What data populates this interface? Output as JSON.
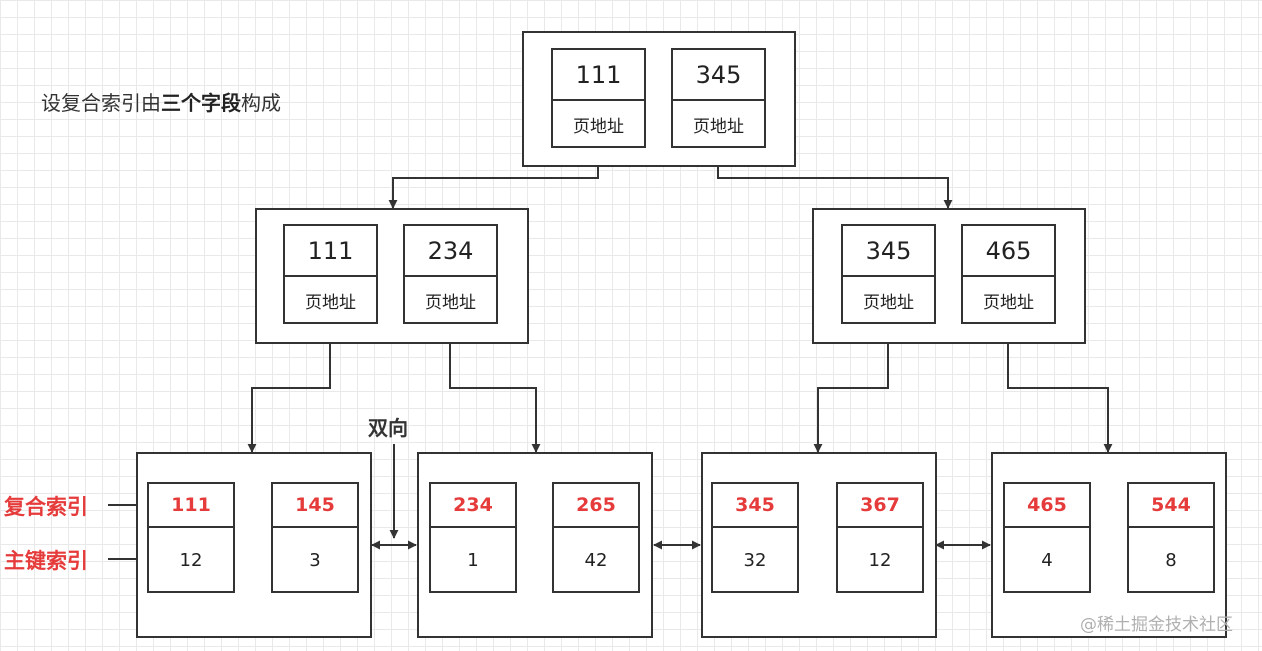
{
  "title": {
    "prefix": "设复合索引由",
    "bold": "三个字段",
    "suffix": "构成"
  },
  "root": {
    "keys": [
      "111",
      "345"
    ],
    "addr": "页地址"
  },
  "internal": [
    {
      "keys": [
        "111",
        "234"
      ],
      "addr": "页地址"
    },
    {
      "keys": [
        "345",
        "465"
      ],
      "addr": "页地址"
    }
  ],
  "leaves": [
    {
      "entries": [
        {
          "key": "111",
          "pk": "12"
        },
        {
          "key": "145",
          "pk": "3"
        }
      ]
    },
    {
      "entries": [
        {
          "key": "234",
          "pk": "1"
        },
        {
          "key": "265",
          "pk": "42"
        }
      ]
    },
    {
      "entries": [
        {
          "key": "345",
          "pk": "32"
        },
        {
          "key": "367",
          "pk": "12"
        }
      ]
    },
    {
      "entries": [
        {
          "key": "465",
          "pk": "4"
        },
        {
          "key": "544",
          "pk": "8"
        }
      ]
    }
  ],
  "labels": {
    "composite_index": "复合索引",
    "primary_key_index": "主键索引",
    "bidirectional": "双向"
  },
  "watermark": "@稀土掘金技术社区",
  "colors": {
    "accent": "#e63b3b",
    "line": "#333333",
    "grid": "#e9e9e9"
  }
}
